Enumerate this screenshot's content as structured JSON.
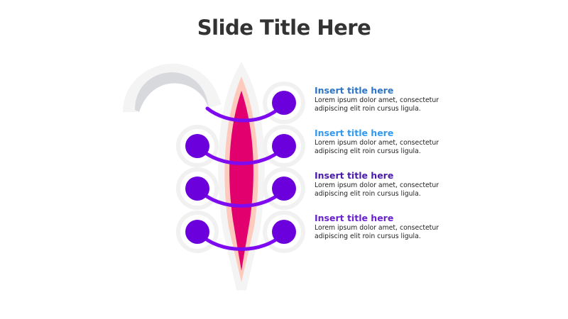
{
  "slide": {
    "title": "Slide Title Here"
  },
  "items": [
    {
      "title": "Insert title here",
      "body_line1": "Lorem ipsum dolor amet, consectetur",
      "body_line2": "adipiscing elit roin cursus ligula.",
      "color": "#2e75c6"
    },
    {
      "title": "Insert title here",
      "body_line1": "Lorem ipsum dolor amet, consectetur",
      "body_line2": "adipiscing elit roin cursus ligula.",
      "color": "#3399ee"
    },
    {
      "title": "Insert title here",
      "body_line1": "Lorem ipsum dolor amet, consectetur",
      "body_line2": "adipiscing elit roin cursus ligula.",
      "color": "#4a1aa8"
    },
    {
      "title": "Insert title here",
      "body_line1": "Lorem ipsum dolor amet, consectetur",
      "body_line2": "adipiscing elit roin cursus ligula.",
      "color": "#6a22cc"
    }
  ],
  "colors": {
    "spine_outer": "#fdcabd",
    "spine_inner": "#e2006f",
    "node": "#6c00dd",
    "connector": "#7e0af0",
    "crescent": "#d8d9dd",
    "halo": "#f2f2f2"
  }
}
